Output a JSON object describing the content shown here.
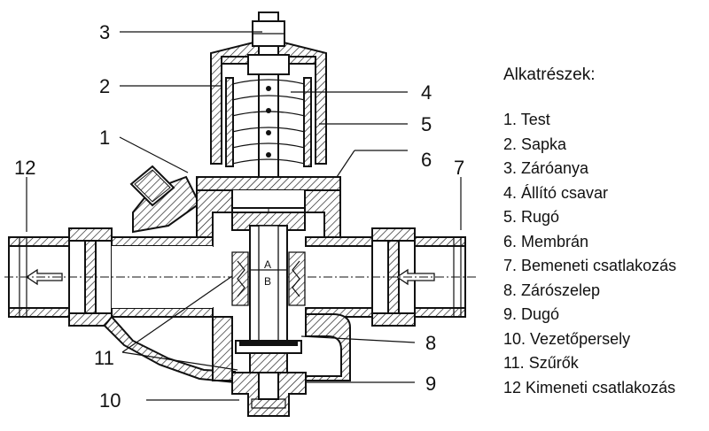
{
  "legend": {
    "title": "Alkatrészek:",
    "items": [
      "1. Test",
      "2. Sapka",
      "3. Záróanya",
      "4. Állító csavar",
      "5. Rugó",
      "6. Membrán",
      "7. Bemeneti csatlakozás",
      "8. Zárószelep",
      "9. Dugó",
      "10. Vezetőpersely",
      "11. Szűrők",
      "12  Kimeneti csatlakozás"
    ]
  },
  "callouts": {
    "n1": "1",
    "n2": "2",
    "n3": "3",
    "n4": "4",
    "n5": "5",
    "n6": "6",
    "n7": "7",
    "n8": "8",
    "n9": "9",
    "n10": "10",
    "n11": "11",
    "n12": "12"
  },
  "section_letters": {
    "a": "A",
    "b": "B"
  }
}
